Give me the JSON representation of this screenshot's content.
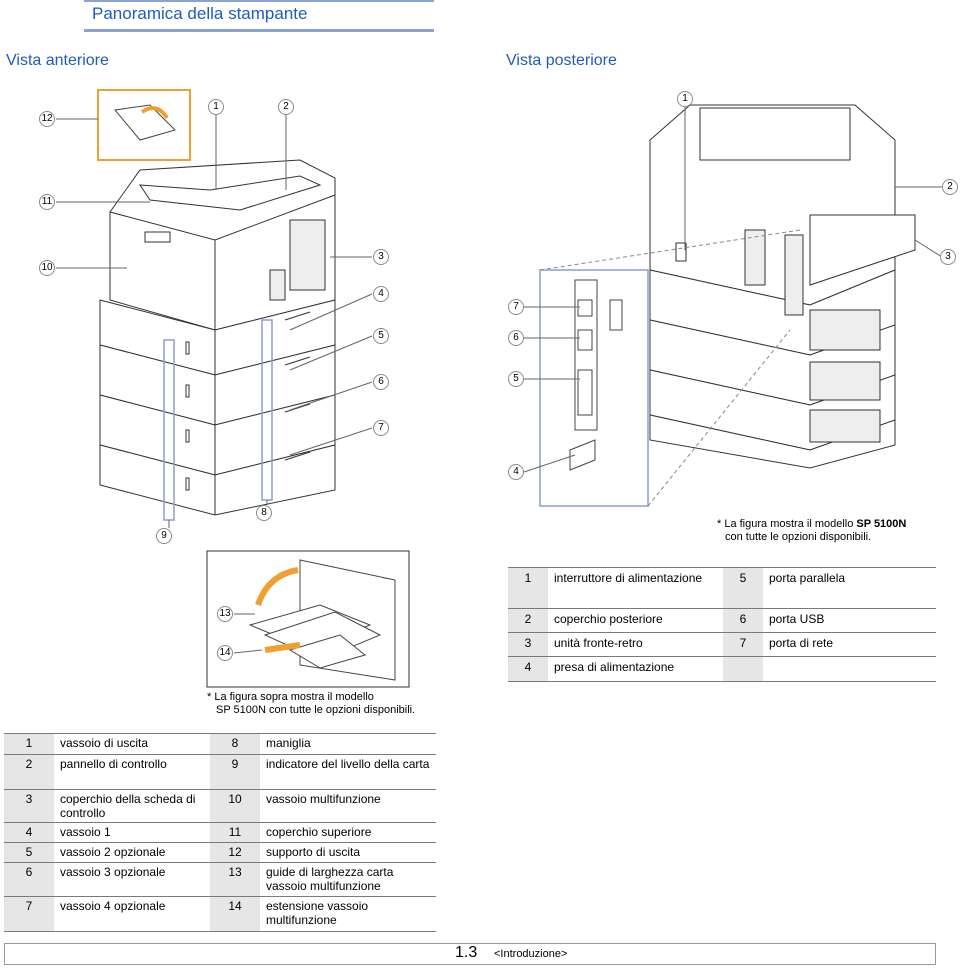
{
  "header": {
    "title": "Panoramica della stampante"
  },
  "front": {
    "heading": "Vista anteriore",
    "callouts": [
      "12",
      "1",
      "2",
      "11",
      "10",
      "3",
      "4",
      "5",
      "6",
      "7",
      "9",
      "8",
      "13",
      "14"
    ]
  },
  "rear": {
    "heading": "Vista posteriore",
    "callouts": [
      "1",
      "2",
      "3",
      "7",
      "6",
      "5",
      "4"
    ],
    "note_prefix": "* La figura mostra il modello ",
    "note_model": "SP 5100N",
    "note_suffix": "con tutte le opzioni disponibili."
  },
  "mp_note": {
    "line1": "* La figura sopra mostra il modello",
    "line2": "SP 5100N con tutte le opzioni disponibili."
  },
  "rear_table": [
    {
      "n1": "1",
      "l1": "interruttore di alimentazione",
      "n2": "5",
      "l2": "porta parallela"
    },
    {
      "n1": "2",
      "l1": "coperchio posteriore",
      "n2": "6",
      "l2": "porta USB"
    },
    {
      "n1": "3",
      "l1": "unità fronte-retro",
      "n2": "7",
      "l2": "porta di rete"
    },
    {
      "n1": "4",
      "l1": "presa di alimentazione",
      "n2": "",
      "l2": ""
    }
  ],
  "front_table": [
    {
      "n1": "1",
      "l1": "vassoio di uscita",
      "n2": "8",
      "l2": "maniglia"
    },
    {
      "n1": "2",
      "l1": "pannello di controllo",
      "n2": "9",
      "l2": "indicatore del livello della carta"
    },
    {
      "n1": "3",
      "l1": "coperchio della scheda di controllo",
      "n2": "10",
      "l2": "vassoio multifunzione"
    },
    {
      "n1": "4",
      "l1": "vassoio 1",
      "n2": "11",
      "l2": "coperchio superiore"
    },
    {
      "n1": "5",
      "l1": "vassoio 2 opzionale",
      "n2": "12",
      "l2": "supporto di uscita"
    },
    {
      "n1": "6",
      "l1": "vassoio 3 opzionale",
      "n2": "13",
      "l2": "guide di larghezza carta vassoio multifunzione"
    },
    {
      "n1": "7",
      "l1": "vassoio 4 opzionale",
      "n2": "14",
      "l2": "estensione vassoio multifunzione"
    }
  ],
  "footer": {
    "page": "1.3",
    "section": "<Introduzione>"
  },
  "colors": {
    "heading": "#1f5bbf",
    "rule": "#8aa3d6",
    "highlight_box": "#f0a030",
    "callout_box": "#8a9ed2",
    "number_cell": "#e6e6e6"
  }
}
